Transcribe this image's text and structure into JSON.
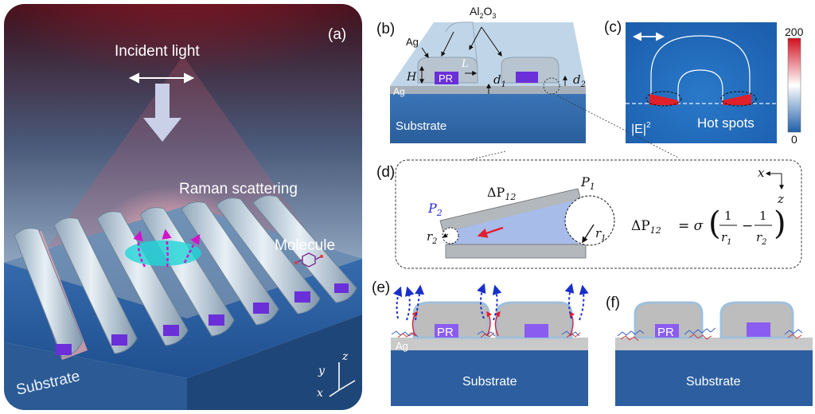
{
  "panels": {
    "a": {
      "label": "(a)",
      "incident_light": "Incident light",
      "raman_scattering": "Raman scattering",
      "molecule": "Molecule",
      "substrate": "Substrate",
      "axis_z": "z",
      "axis_y": "y",
      "axis_x": "x"
    },
    "b": {
      "label": "(b)",
      "al2o3_main": "Al",
      "al2o3_sub2": "2",
      "al2o3_o": "O",
      "al2o3_sub3": "3",
      "ag_top": "Ag",
      "ag_layer": "Ag",
      "h": "H",
      "l": "L",
      "pr": "PR",
      "d1_main": "d",
      "d1_sub": "1",
      "d2_main": "d",
      "d2_sub": "2",
      "substrate": "Substrate"
    },
    "c": {
      "label": "(c)",
      "colorbar_max": "200",
      "colorbar_min": "0",
      "field_main": "|E|",
      "field_sup": "2",
      "hot_spots": "Hot spots"
    },
    "d": {
      "label": "(d)",
      "dp12_delta": "ΔP",
      "dp12_sub": "12",
      "p1_main": "P",
      "p1_sub": "1",
      "p2_main": "P",
      "p2_sub": "2",
      "r1_main": "r",
      "r1_sub": "1",
      "r2_main": "r",
      "r2_sub": "2",
      "axis_x": "x",
      "axis_z": "z",
      "eq_lhs": "ΔP",
      "eq_lhs_sub": "12",
      "eq_mid": "= σ",
      "eq_one_a": "1",
      "eq_den_a": "r",
      "eq_den_a_sub": "1",
      "eq_minus": "−",
      "eq_one_b": "1",
      "eq_den_b": "r",
      "eq_den_b_sub": "2"
    },
    "e": {
      "label": "(e)",
      "pr": "PR",
      "ag": "Ag",
      "substrate": "Substrate"
    },
    "f": {
      "label": "(f)",
      "pr": "PR",
      "substrate": "Substrate"
    }
  },
  "colors": {
    "substrate_blue": "#2d5fa0",
    "pr_purple": "#8a5cf0",
    "al2o3_gray": "#b3b8bd",
    "ag_gray": "#c9c9c9",
    "hotspot_red": "#e0202a",
    "dotted_arrow_blue": "#1a2fc8",
    "light_red": "#c81e1e"
  }
}
